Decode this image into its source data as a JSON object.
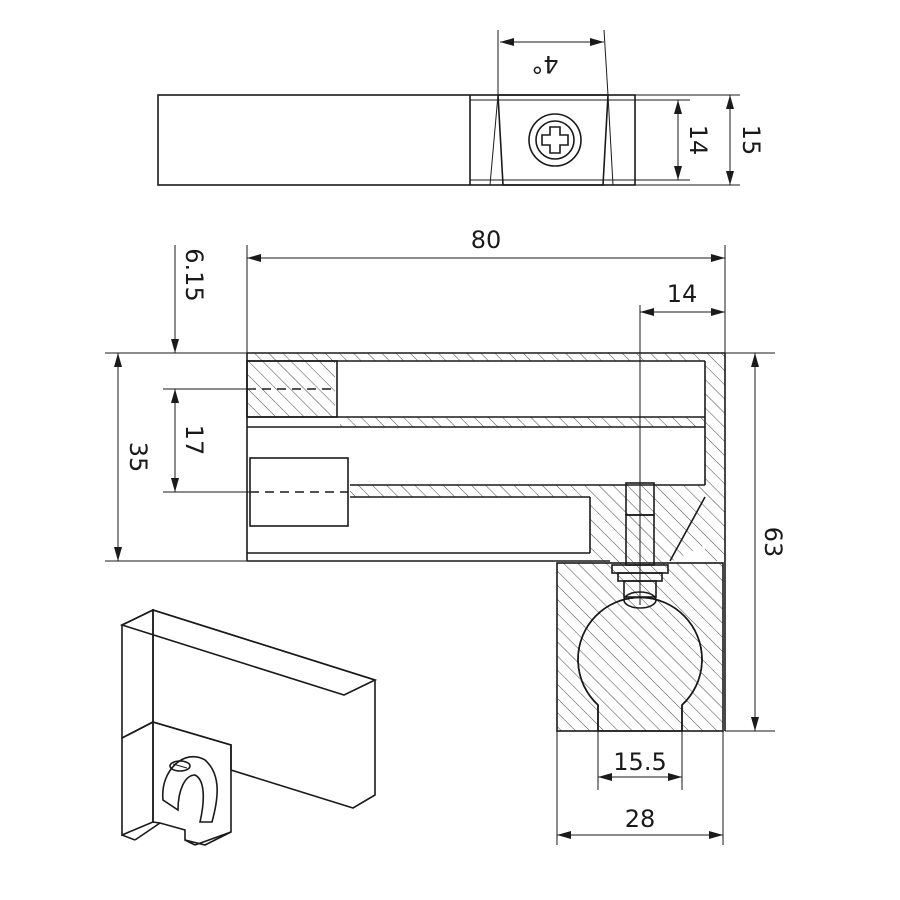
{
  "drawing": {
    "dimensions": {
      "top_angle": "4°",
      "top_inner_height": "14",
      "top_outer_height": "15",
      "overall_length": "80",
      "top_offset": "6.15",
      "slot_width": "14",
      "hole_spacing": "17",
      "body_height": "35",
      "total_height": "63",
      "opening_width": "15.5",
      "holder_width": "28"
    },
    "colors": {
      "line": "#1a1a1a",
      "background": "#ffffff"
    }
  }
}
